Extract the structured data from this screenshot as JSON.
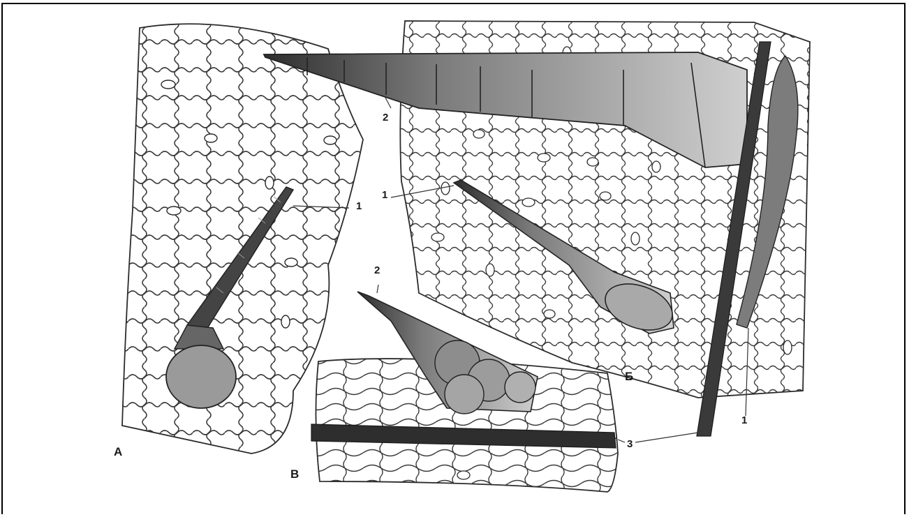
{
  "panels": {
    "a": "А",
    "b": "Б",
    "v": "В"
  },
  "callouts": {
    "trichome_a": "1",
    "trichome_b_upper": "2",
    "trichome_b_middle": "1",
    "trichome_v": "2",
    "vessel": "3",
    "vein_b": "1"
  },
  "colors": {
    "outline": "#2b2b2b",
    "cell_fill": "#ffffff",
    "hair_dark": "#3a3a3a",
    "hair_mid": "#8a8a8a",
    "hair_light": "#c9c9c9",
    "vein": "#333333"
  }
}
